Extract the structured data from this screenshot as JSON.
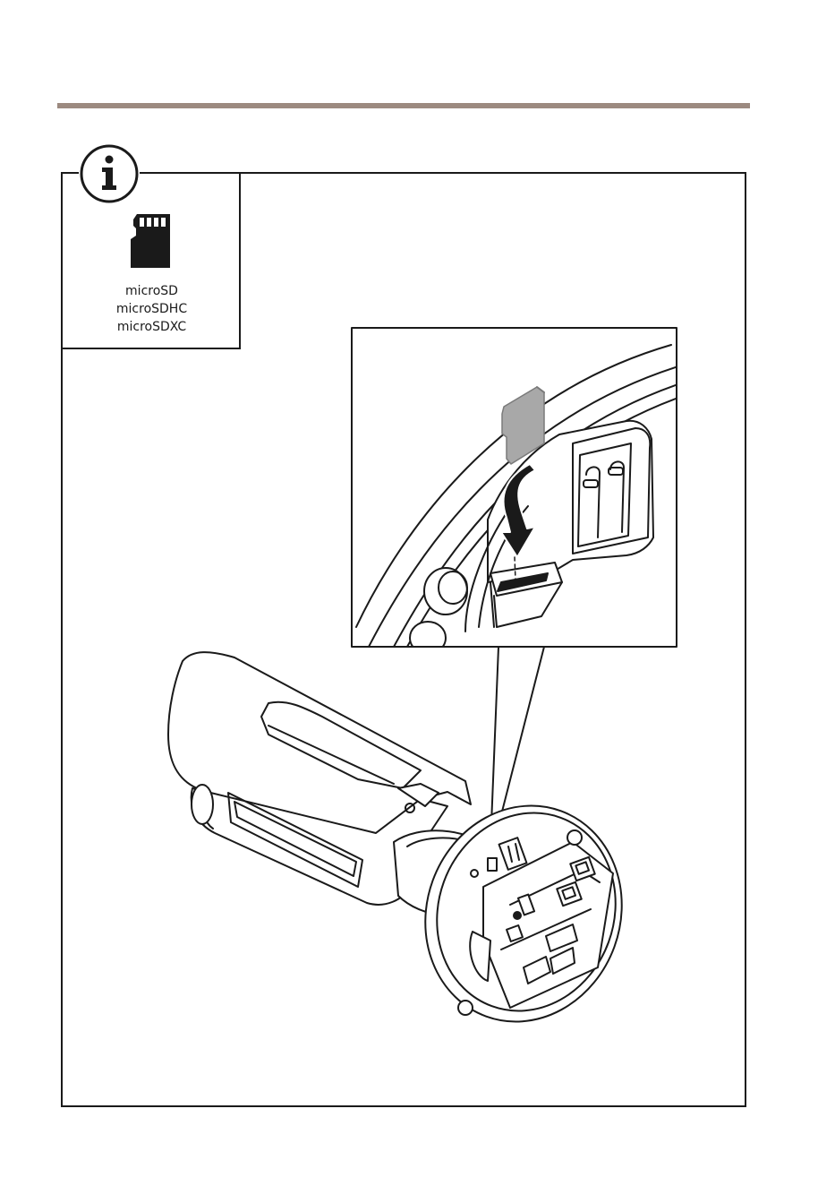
{
  "colors": {
    "rule": "#9c8a80",
    "line": "#1a1a1a",
    "card_fill": "#a8a8a8",
    "card_edge": "#888888"
  },
  "icons": {
    "badge": "info-icon",
    "card": "microsd-card-icon",
    "arrow": "insert-arrow-icon"
  },
  "info_panel": {
    "card_types": [
      "microSD",
      "microSDHC",
      "microSDXC"
    ]
  }
}
